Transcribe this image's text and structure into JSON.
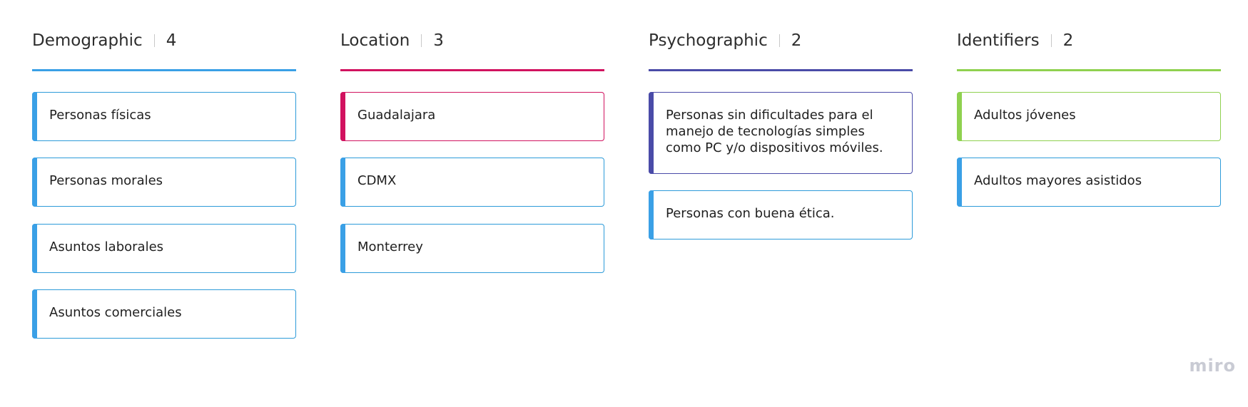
{
  "columns": [
    {
      "title": "Demographic",
      "count": "4",
      "color": "#3aa0e6",
      "cards": [
        {
          "text": "Personas físicas",
          "accent": "#3aa0e6",
          "border": "#2d9bd9"
        },
        {
          "text": "Personas morales",
          "accent": "#3aa0e6",
          "border": "#2d9bd9"
        },
        {
          "text": "Asuntos laborales",
          "accent": "#3aa0e6",
          "border": "#2d9bd9"
        },
        {
          "text": "Asuntos comerciales",
          "accent": "#3aa0e6",
          "border": "#2d9bd9"
        }
      ]
    },
    {
      "title": "Location",
      "count": "3",
      "color": "#d1125f",
      "cards": [
        {
          "text": "Guadalajara",
          "accent": "#d1125f",
          "border": "#d1125f"
        },
        {
          "text": "CDMX",
          "accent": "#3aa0e6",
          "border": "#2d9bd9"
        },
        {
          "text": "Monterrey",
          "accent": "#3aa0e6",
          "border": "#2d9bd9"
        }
      ]
    },
    {
      "title": "Psychographic",
      "count": "2",
      "color": "#4a4ba8",
      "cards": [
        {
          "text": "Personas sin dificultades para el manejo de tecnologías simples como PC y/o dispositivos móviles.",
          "accent": "#4a4ba8",
          "border": "#4a4ba8"
        },
        {
          "text": "Personas con buena ética.",
          "accent": "#3aa0e6",
          "border": "#2d9bd9"
        }
      ]
    },
    {
      "title": "Identifiers",
      "count": "2",
      "color": "#8fd14f",
      "cards": [
        {
          "text": "Adultos jóvenes",
          "accent": "#8fd14f",
          "border": "#8fd14f"
        },
        {
          "text": "Adultos mayores asistidos",
          "accent": "#3aa0e6",
          "border": "#2d9bd9"
        }
      ]
    }
  ],
  "logo": "miro"
}
